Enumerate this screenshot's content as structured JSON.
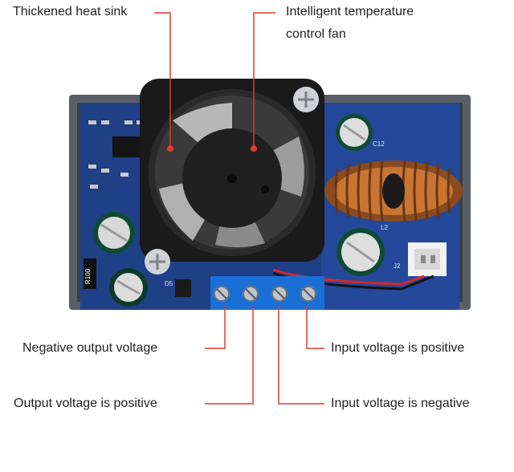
{
  "labels": {
    "heat_sink": "Thickened heat sink",
    "fan_line1": "Intelligent temperature",
    "fan_line2": "control fan",
    "neg_output": "Negative output voltage",
    "pos_input": "Input voltage is positive",
    "pos_output": "Output voltage is positive",
    "neg_input": "Input voltage is negative"
  },
  "board_marks": {
    "capacitor_c12": "C12",
    "inductor_l2": "L2",
    "diode_d5": "D5",
    "connector_j2": "J2",
    "resistor_code": "R100"
  },
  "colors": {
    "callout_line": "#e03a2e",
    "pcb": "#1f3f86",
    "enclosure": "#555a60",
    "fan": "#1c1c1c",
    "terminal_block": "#1a6fd6",
    "copper_coil": "#c87533"
  }
}
